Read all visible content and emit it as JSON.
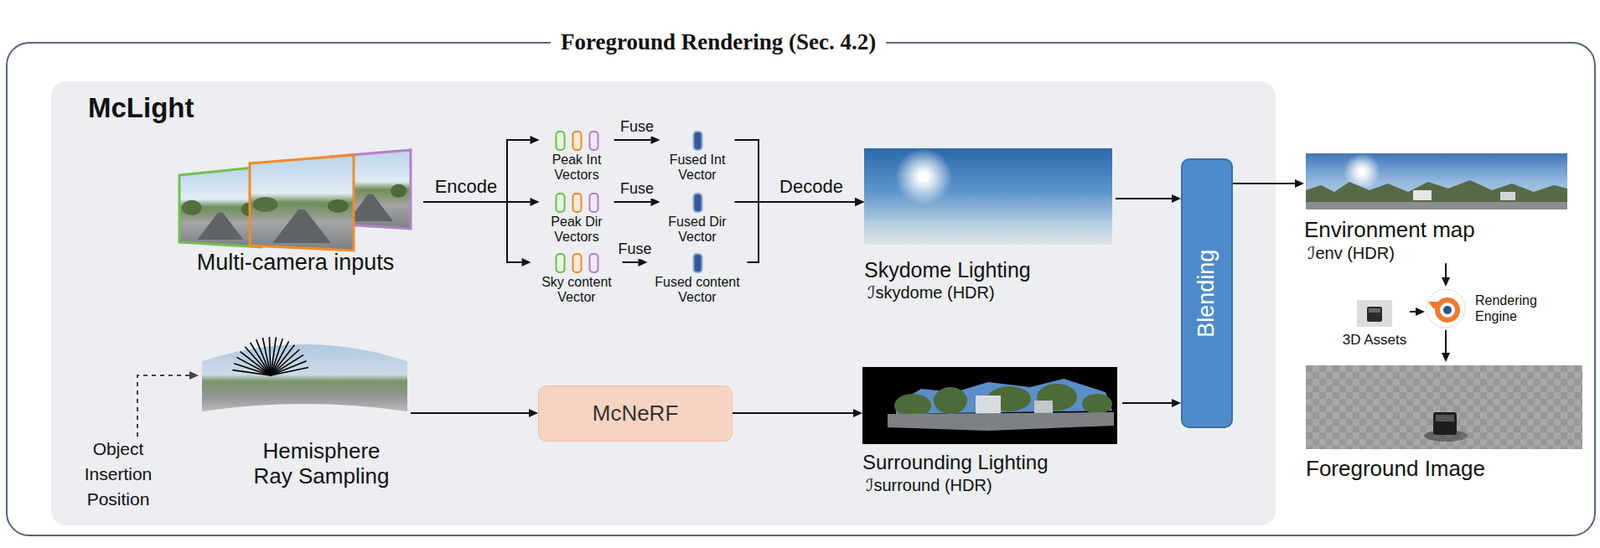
{
  "diagram": {
    "nodes": [
      {
        "text": [
          "Foreground Rendering (Sec. 4.2)"
        ]
      },
      {
        "text": [
          "McLight"
        ],
        "in": 0
      },
      {
        "text": [
          "Multi-camera inputs"
        ],
        "in": 1
      },
      {
        "text": [
          "Peak Int Vectors"
        ],
        "in": 1
      },
      {
        "text": [
          "Fused Int Vector"
        ],
        "in": 1
      },
      {
        "text": [
          "Peak Dir Vectors"
        ],
        "in": 1
      },
      {
        "text": [
          "Fused Dir Vector"
        ],
        "in": 1
      },
      {
        "text": [
          "Sky content Vector"
        ],
        "in": 1
      },
      {
        "text": [
          "Fused content Vector"
        ],
        "in": 1
      },
      {
        "text": [
          "Skydome Lighting",
          "ℐskydome (HDR)"
        ],
        "in": 1
      },
      {
        "text": [
          "Hemisphere Ray Sampling"
        ],
        "in": 1
      },
      {
        "text": [
          "Object Insertion Position"
        ],
        "in": 1
      },
      {
        "text": [
          "McNeRF"
        ],
        "in": 1
      },
      {
        "text": [
          "Surrounding Lighting",
          "ℐsurround (HDR)"
        ],
        "in": 1
      },
      {
        "text": [
          "Blending"
        ],
        "in": 1
      },
      {
        "text": [
          "Environment map",
          "ℐenv (HDR)"
        ],
        "in": 0
      },
      {
        "text": [
          "3D Assets"
        ],
        "in": 0
      },
      {
        "text": [
          "Rendering Engine"
        ],
        "in": 0
      },
      {
        "text": [
          "Foreground Image"
        ],
        "in": 0
      }
    ],
    "edges": [
      {
        "from": 2,
        "to": 3,
        "arrow": "to"
      },
      {
        "from": 2,
        "to": 5,
        "label": "Encode",
        "arrow": "to"
      },
      {
        "from": 2,
        "to": 7,
        "arrow": "to"
      },
      {
        "from": 3,
        "to": 4,
        "label": "Fuse",
        "arrow": "to"
      },
      {
        "from": 5,
        "to": 6,
        "label": "Fuse",
        "arrow": "to"
      },
      {
        "from": 7,
        "to": 8,
        "label": "Fuse",
        "arrow": "to"
      },
      {
        "from": 4,
        "to": 9,
        "arrow": "to"
      },
      {
        "from": 6,
        "to": 9,
        "label": "Decode",
        "arrow": "to"
      },
      {
        "from": 8,
        "to": 9,
        "arrow": "to"
      },
      {
        "from": 11,
        "to": 10,
        "arrow": "to"
      },
      {
        "from": 10,
        "to": 12,
        "arrow": "to"
      },
      {
        "from": 12,
        "to": 13,
        "arrow": "to"
      },
      {
        "from": 9,
        "to": 14,
        "arrow": "to"
      },
      {
        "from": 13,
        "to": 14,
        "arrow": "to"
      },
      {
        "from": 14,
        "to": 15,
        "arrow": "to"
      },
      {
        "from": 15,
        "to": 17,
        "arrow": "to"
      },
      {
        "from": 16,
        "to": 17,
        "arrow": "to"
      },
      {
        "from": 17,
        "to": 18,
        "arrow": "to"
      }
    ]
  }
}
